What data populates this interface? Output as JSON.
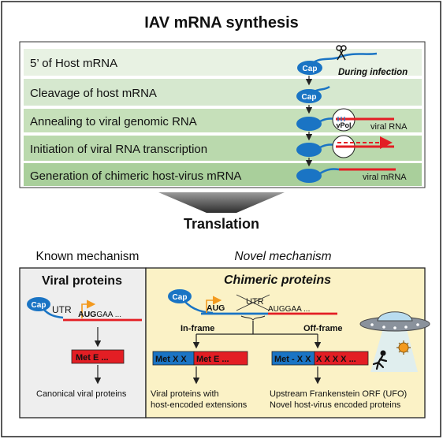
{
  "title": "IAV mRNA synthesis",
  "steps": [
    {
      "label": "5’ of Host mRNA",
      "note": "During infection"
    },
    {
      "label": "Cleavage of host mRNA"
    },
    {
      "label": "Annealing to viral genomic RNA",
      "tag": "viral RNA",
      "polymerase": "vPol"
    },
    {
      "label": "Initiation of viral RNA transcription"
    },
    {
      "label": "Generation of chimeric host-virus mRNA",
      "tag": "viral mRNA"
    }
  ],
  "cap_label": "Cap",
  "translation_label": "Translation",
  "known": {
    "heading": "Known mechanism",
    "box_title": "Viral proteins",
    "utr": "UTR",
    "start_codon": "AUG",
    "seq_rest": "GAA ...",
    "protein": "Met  E ...",
    "result": "Canonical viral proteins"
  },
  "novel": {
    "heading": "Novel mechanism",
    "box_title": "Chimeric proteins",
    "aug": "AUG",
    "utr": "UTR",
    "seq": "AUGGAA ...",
    "inframe": "In-frame",
    "offframe": "Off-frame",
    "protein_in_host": "Met  X  X",
    "protein_in_viral": "Met  E ...",
    "protein_off_host": "Met - X X",
    "protein_off_viral": "X  X  X  X ...",
    "result_in": [
      "Viral proteins with",
      "host-encoded extensions"
    ],
    "result_off": [
      "Upstream Frankenstein ORF (UFO)",
      "Novel host-virus encoded proteins"
    ]
  },
  "colors": {
    "host_blue": "#1a74c4",
    "viral_red": "#e31e24",
    "step_light": "#e8f2e3",
    "step_dark": "#b3d4a6",
    "novel_bg": "#fbf2c6",
    "known_bg": "#eeeeee",
    "arrow_orange": "#f39a1f"
  }
}
